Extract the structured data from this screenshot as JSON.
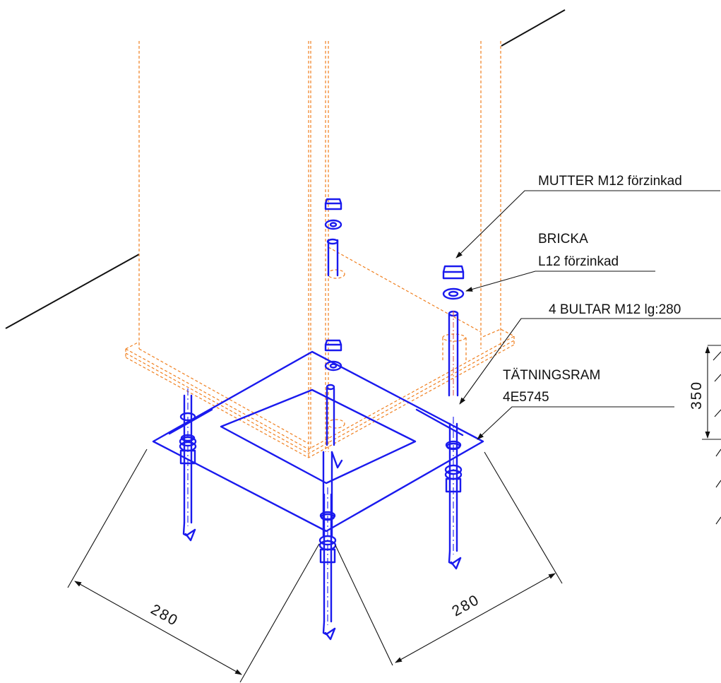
{
  "colors": {
    "hidden_outline": "#f07f1e",
    "hardware": "#1a1aee",
    "annotation": "#111111",
    "centerline": "#d04a4a",
    "background": "#ffffff"
  },
  "labels": {
    "nut": "MUTTER M12 förzinkad",
    "washer_line1": "BRICKA",
    "washer_line2": "L12 förzinkad",
    "bolts": "4 BULTAR M12 lg:280",
    "frame_line1": "TÄTNINGSRAM",
    "frame_line2": "4E5745"
  },
  "dimensions": {
    "width_left": "280",
    "width_right": "280",
    "height": "350"
  }
}
